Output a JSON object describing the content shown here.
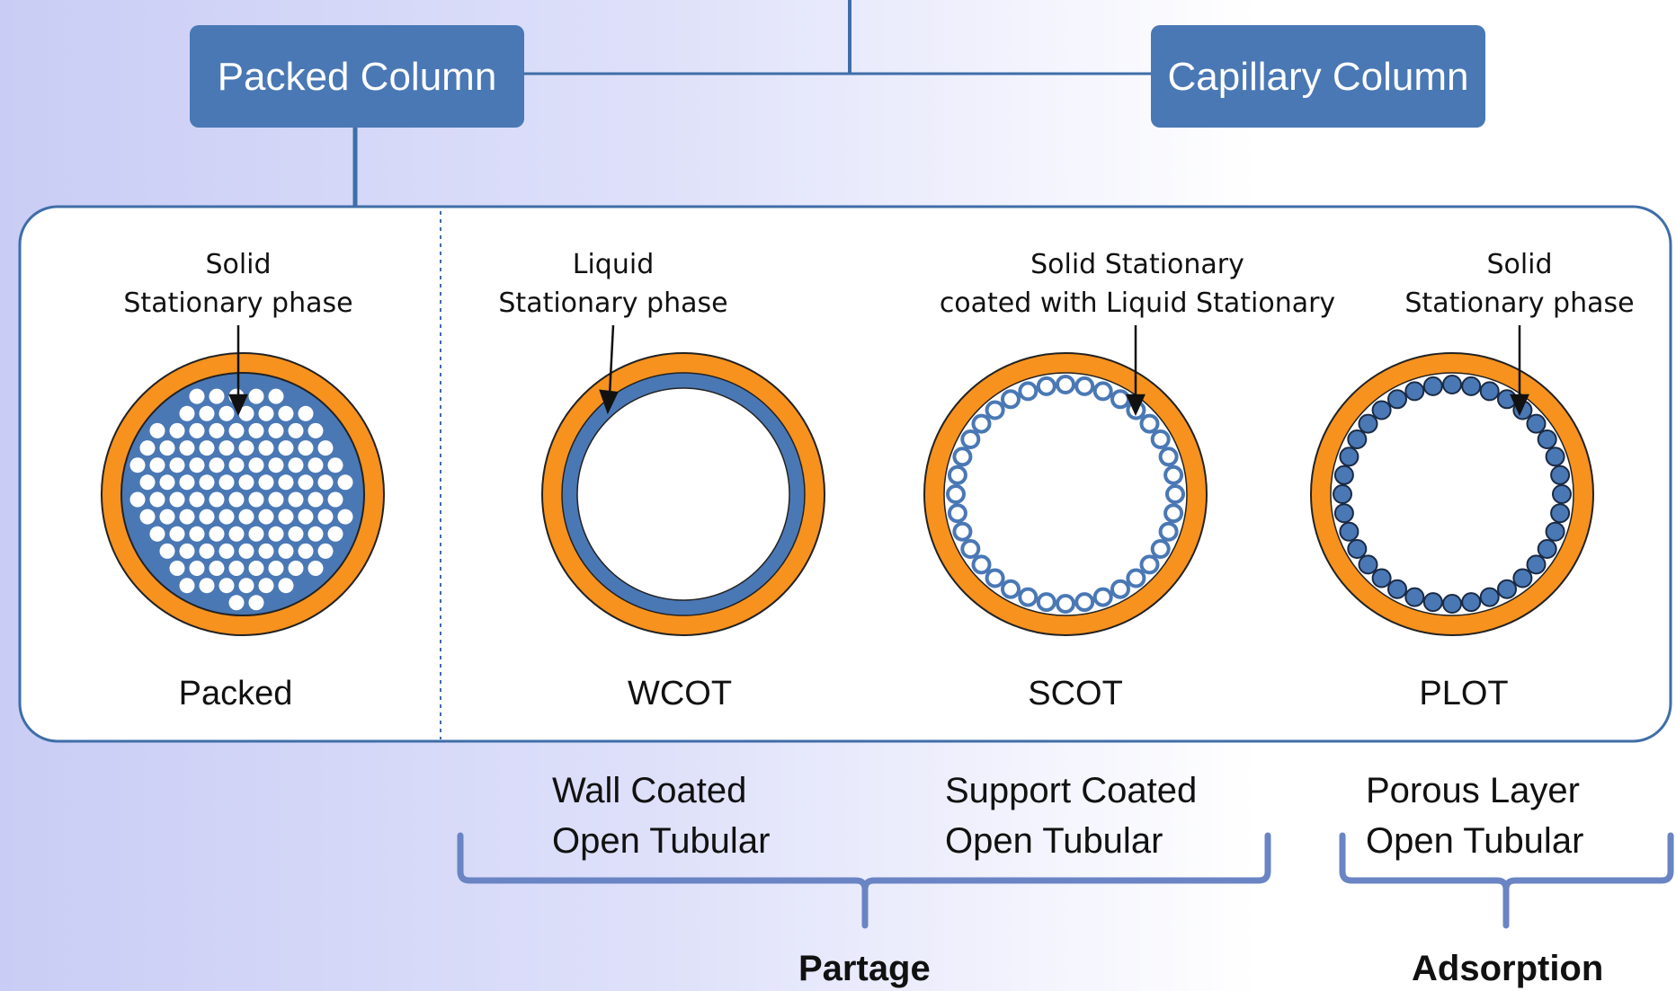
{
  "top_boxes": {
    "packed_column": "Packed Column",
    "capillary_column": "Capillary Column"
  },
  "annotations": {
    "packed_line1": "Solid",
    "packed_line2": "Stationary phase",
    "wcot_line1": "Liquid",
    "wcot_line2": "Stationary phase",
    "scot_line1": "Solid Stationary",
    "scot_line2": "coated with Liquid Stationary",
    "plot_line1": "Solid",
    "plot_line2": "Stationary phase"
  },
  "column_types": {
    "packed": "Packed",
    "wcot": "WCOT",
    "scot": "SCOT",
    "plot": "PLOT"
  },
  "descriptions": {
    "wcot_line1": "Wall Coated",
    "wcot_line2": "Open Tubular",
    "scot_line1": "Support Coated",
    "scot_line2": "Open Tubular",
    "plot_line1": "Porous Layer",
    "plot_line2": "Open Tubular"
  },
  "groups": {
    "partage": "Partage",
    "adsorption": "Adsorption"
  },
  "colors": {
    "box_fill": "#4a78b5",
    "tube_orange": "#f7921e",
    "phase_blue": "#4a78b5",
    "frame_stroke": "#3f6ea8"
  }
}
